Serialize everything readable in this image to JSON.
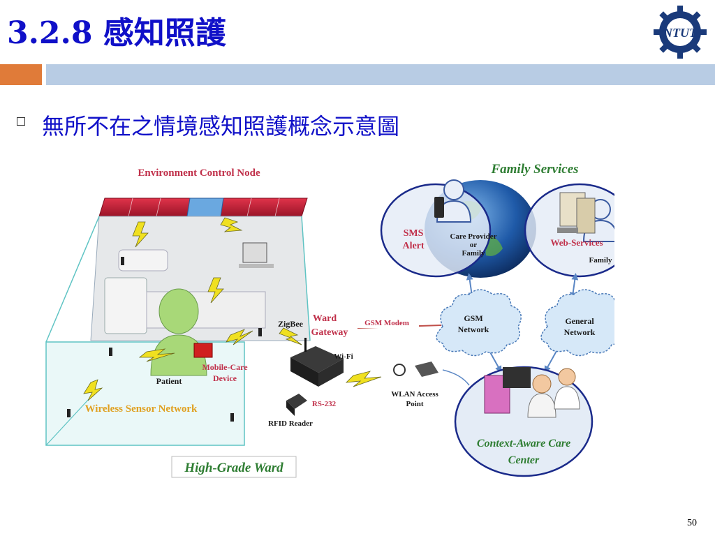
{
  "slide": {
    "title": "3.2.8 感知照護",
    "bullet": "無所不在之情境感知照護概念示意圖",
    "page_number": "50",
    "logo_text": "NTUT"
  },
  "diagram": {
    "env_node": "Environment Control Node",
    "zigbee": "ZigBee",
    "ward_gateway": [
      "Ward",
      "Gateway"
    ],
    "gsm_modem": "GSM Modem",
    "wifi": "Wi-Fi",
    "rs232": "RS-232",
    "rfid": "RFID Reader",
    "wlan": [
      "WLAN Access",
      "Point"
    ],
    "patient": "Patient",
    "mobile_care": [
      "Mobile-Care",
      "Device"
    ],
    "wsn": "Wireless Sensor Network",
    "high_grade": "High-Grade Ward",
    "family_services": "Family Services",
    "sms": [
      "SMS",
      "Alert"
    ],
    "care_provider": [
      "Care Provider",
      "or",
      "Family"
    ],
    "web_services": "Web-Services",
    "family": "Family",
    "gsm_network": [
      "GSM",
      "Network"
    ],
    "general_network": [
      "General",
      "Network"
    ],
    "care_center": [
      "Context-Aware Care",
      "Center"
    ]
  }
}
